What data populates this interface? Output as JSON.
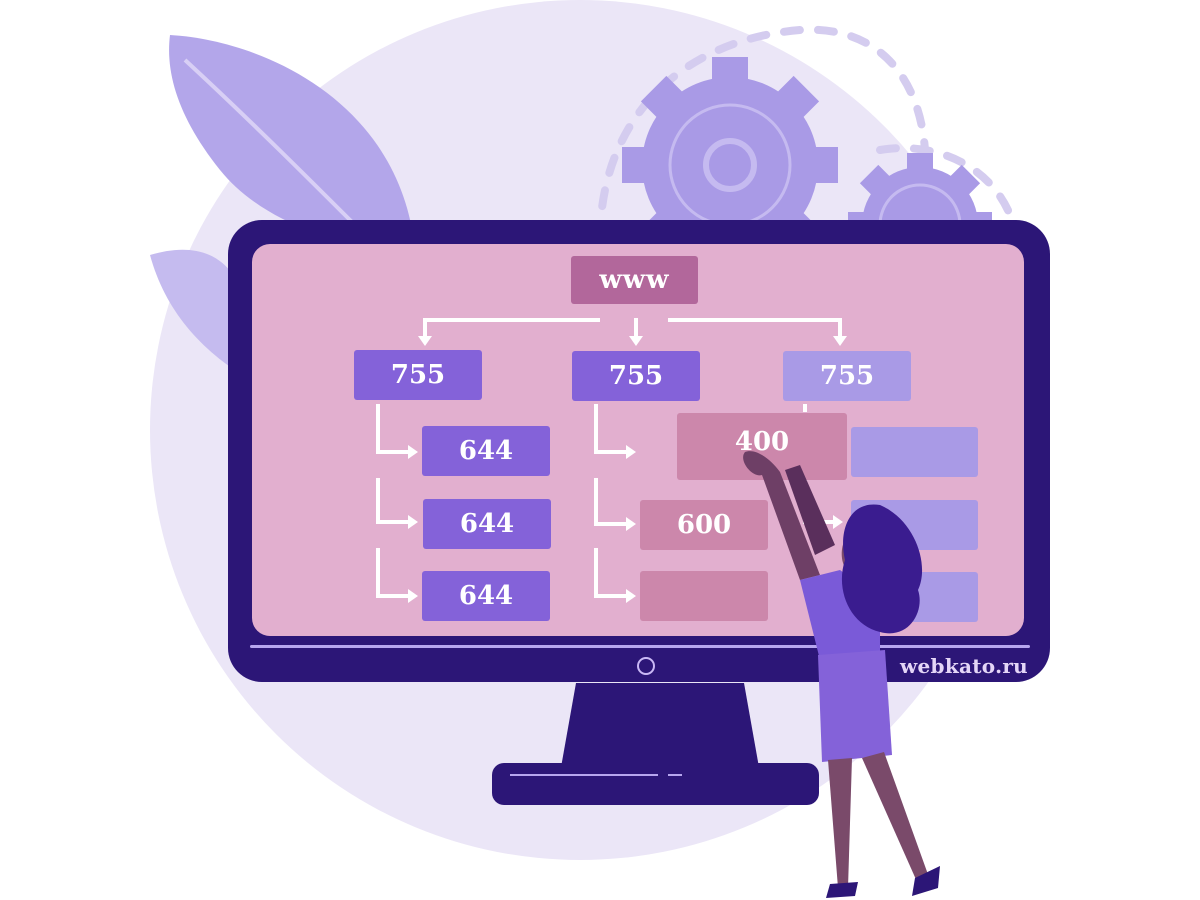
{
  "illustration": {
    "title": "www",
    "watermark": "webkato.ru",
    "colors": {
      "background_circle": "#ebe6f7",
      "monitor_frame": "#2c1677",
      "screen": "#e2afcf",
      "box_dark": "#8462d9",
      "box_light": "#a99ae6",
      "box_pink": "#cc87ab",
      "root_box": "#b2679b",
      "gear": "#a99ae6",
      "leaf": "#b3a6ea",
      "hair": "#3a1c8f",
      "dress": "#8462d9",
      "skin": "#7a4a6a"
    }
  },
  "tree": {
    "root": "www",
    "columns": [
      {
        "header": "755",
        "children": [
          "644",
          "644",
          "644"
        ]
      },
      {
        "header": "755",
        "children": [
          "400",
          "600",
          ""
        ]
      },
      {
        "header": "755",
        "children": [
          "",
          "",
          ""
        ]
      }
    ]
  },
  "icons": {
    "gear_large": "gear-icon",
    "gear_small": "gear-icon",
    "leaf": "leaf-icon",
    "power": "power-button-icon"
  }
}
